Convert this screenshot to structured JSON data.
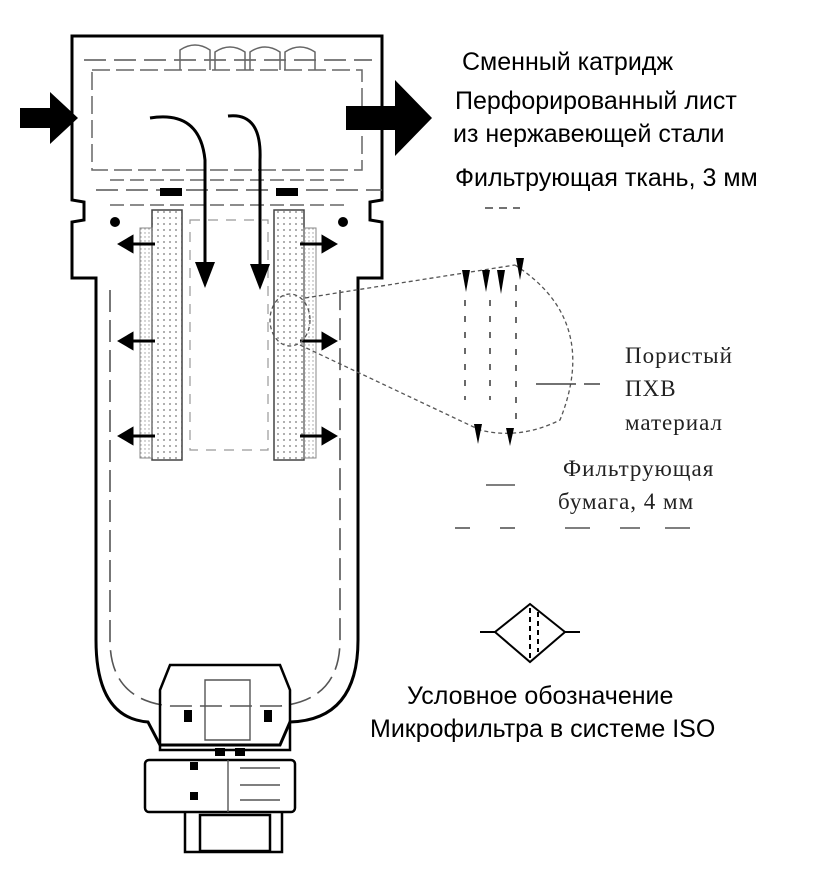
{
  "labels": {
    "cartridge": "Сменный катридж",
    "perforated_line1": "Перфорированный лист",
    "perforated_line2": "из нержавеющей стали",
    "fabric": "Фильтрующая ткань, 3 мм",
    "pvc_line1": "Пористый",
    "pvc_line2": "ПХВ",
    "pvc_line3": "материал",
    "paper_line1": "Фильтрующая",
    "paper_line2": "бумага, 4 мм",
    "iso_line1": "Условное обозначение",
    "iso_line2": "Микрофильтра в системе ISO"
  },
  "colors": {
    "ink": "#000000",
    "stipple": "#9a9a9a",
    "paper": "#ffffff"
  }
}
